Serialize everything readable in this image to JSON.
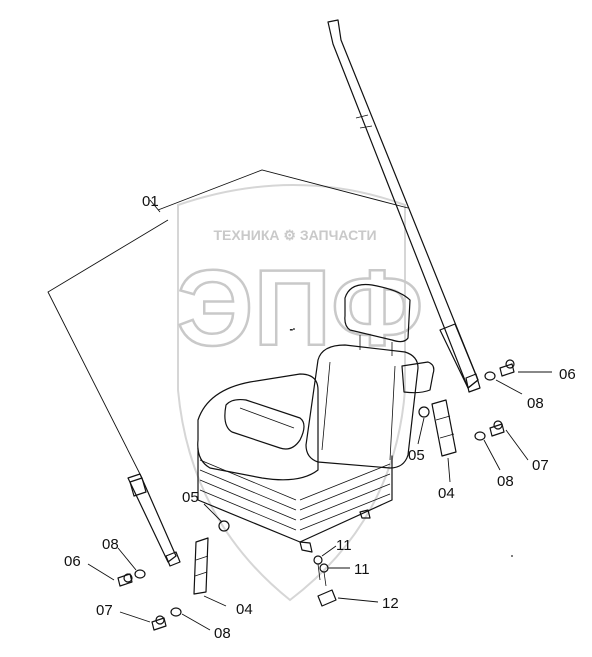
{
  "watermark": {
    "brand_line": "ТЕХНИКА ⚙ ЗАПЧАСТИ",
    "logo_letters": "ЭПФ"
  },
  "callouts": {
    "c01": "01",
    "c04_right": "04",
    "c04_left": "04",
    "c05_right": "05",
    "c05_left": "05",
    "c06_right": "06",
    "c06_left": "06",
    "c07_right": "07",
    "c07_left": "07",
    "c08_right_top": "08",
    "c08_right_bottom": "08",
    "c08_left_top": "08",
    "c08_left_bottom": "08",
    "c11_top": "11",
    "c11_bottom": "11",
    "c12": "12"
  }
}
